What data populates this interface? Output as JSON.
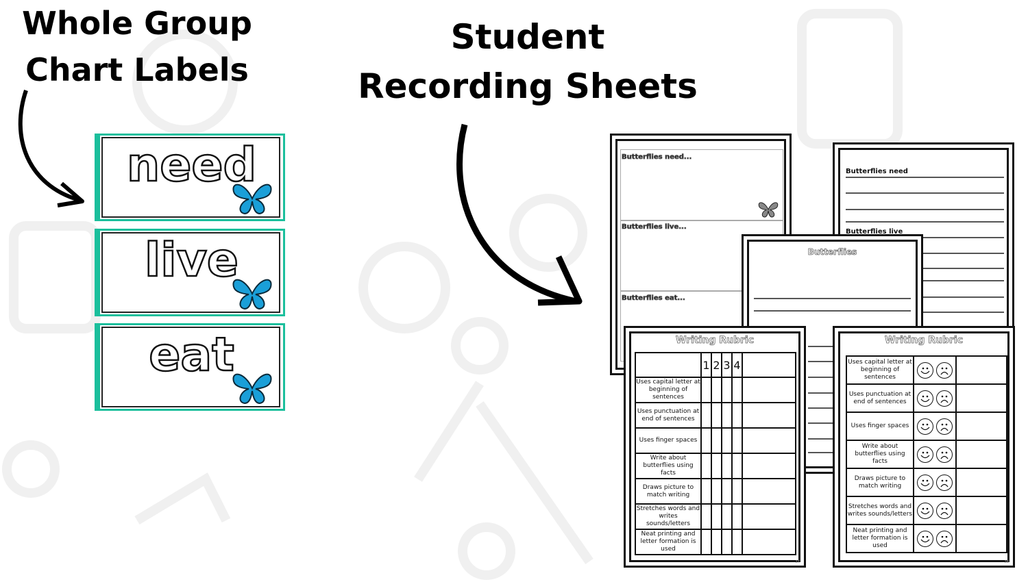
{
  "headings": {
    "left": [
      "Whole Group",
      "Chart Labels"
    ],
    "right": [
      "Student",
      "Recording Sheets"
    ]
  },
  "chart_labels": [
    {
      "word": "need"
    },
    {
      "word": "live"
    },
    {
      "word": "eat"
    }
  ],
  "colors": {
    "card_border": "#1bbf9c",
    "butterfly": "#1a9fd8"
  },
  "sheet_boxes": {
    "need": "Butterflies need...",
    "live": "Butterflies live...",
    "eat": "Butterflies eat..."
  },
  "sheet_lined": {
    "need": "Butterflies need",
    "live": "Butterflies live"
  },
  "sheet_title": {
    "title": "Butterflies"
  },
  "rubric_numeric": {
    "title": "Writing Rubric",
    "scores": [
      "1",
      "2",
      "3",
      "4"
    ],
    "page": "27"
  },
  "rubric_faces": {
    "title": "Writing Rubric",
    "page": "28"
  },
  "criteria": [
    "Uses capital letter at beginning of sentences",
    "Uses punctuation at end of sentences",
    "Uses finger spaces",
    "Write about butterflies using facts",
    "Draws picture to match writing",
    "Stretches words and writes sounds/letters",
    "Neat printing and letter formation is used"
  ]
}
